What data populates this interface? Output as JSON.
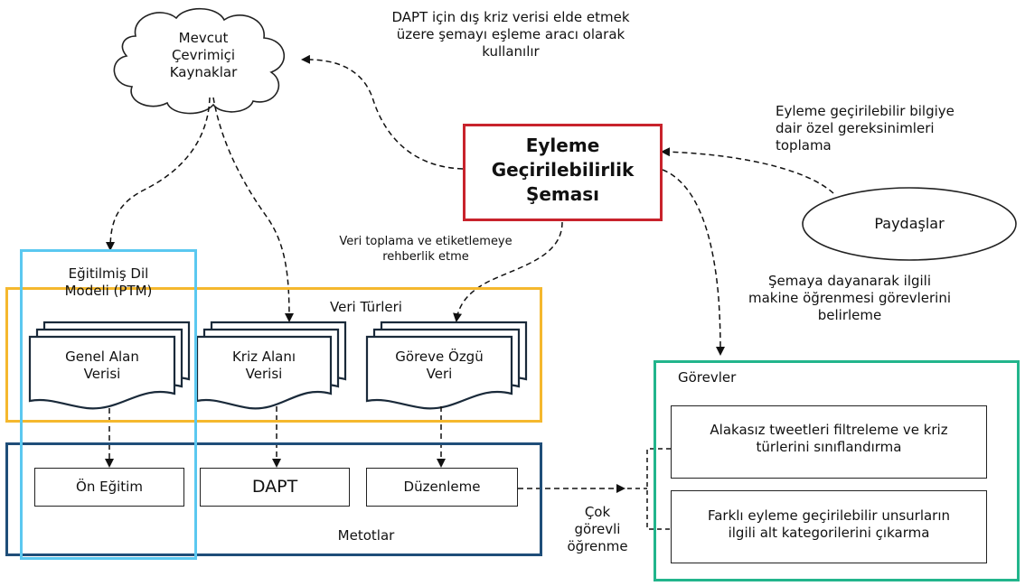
{
  "cloud": {
    "label": "Mevcut\nÇevrimiçi\nKaynaklar"
  },
  "schema": {
    "label": "Eyleme\nGeçirilebilirlik\nŞeması",
    "border_color": "#c8232c"
  },
  "stakeholders": {
    "label": "Paydaşlar"
  },
  "annotations": {
    "dapt_note": "DAPT için dış kriz verisi elde etmek\nüzere şemayı eşleme aracı olarak\nkullanılır",
    "requirements_note": "Eyleme geçirilebilir bilgiye\ndair özel gereksinimleri\ntoplama",
    "guide_note": "Veri toplama ve etiketlemeye\nrehberlik etme",
    "identify_note": "Şemaya dayanarak ilgili\nmakine öğrenmesi görevlerini\nbelirleme",
    "multitask_note": "Çok\ngörevli\nöğrenme"
  },
  "ptm": {
    "label": "Eğitilmiş Dil\nModeli (PTM)",
    "border_color": "#5bc8f0"
  },
  "data_types": {
    "label": "Veri Türleri",
    "border_color": "#f5b82e",
    "docs": [
      {
        "label": "Genel Alan\nVerisi"
      },
      {
        "label": "Kriz Alanı\nVerisi"
      },
      {
        "label": "Göreve Özgü\nVeri"
      }
    ]
  },
  "methods": {
    "label": "Metotlar",
    "border_color": "#1f4e79",
    "items": [
      "Ön Eğitim",
      "DAPT",
      "Düzenleme"
    ]
  },
  "tasks": {
    "label": "Görevler",
    "border_color": "#22b58c",
    "items": [
      "Alakasız tweetleri filtreleme ve kriz\ntürlerini sınıflandırma",
      "Farklı eyleme geçirilebilir unsurların\nilgili alt kategorilerini çıkarma"
    ]
  }
}
